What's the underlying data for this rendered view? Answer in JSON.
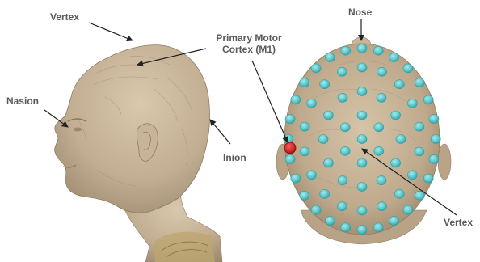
{
  "labels": {
    "vertex_left": "Vertex",
    "primary_motor_line1": "Primary Motor",
    "primary_motor_line2": "Cortex (M1)",
    "nasion": "Nasion",
    "inion": "Inion",
    "nose": "Nose",
    "vertex_right": "Vertex"
  },
  "colors": {
    "skin": "#c7b49a",
    "skin_dark": "#a89479",
    "electrode": "#5cc6c9",
    "electrode_edge": "#2f9ea3",
    "m1_marker": "#cc1f1f",
    "text": "#5a5a5a",
    "arrow": "#222222"
  }
}
